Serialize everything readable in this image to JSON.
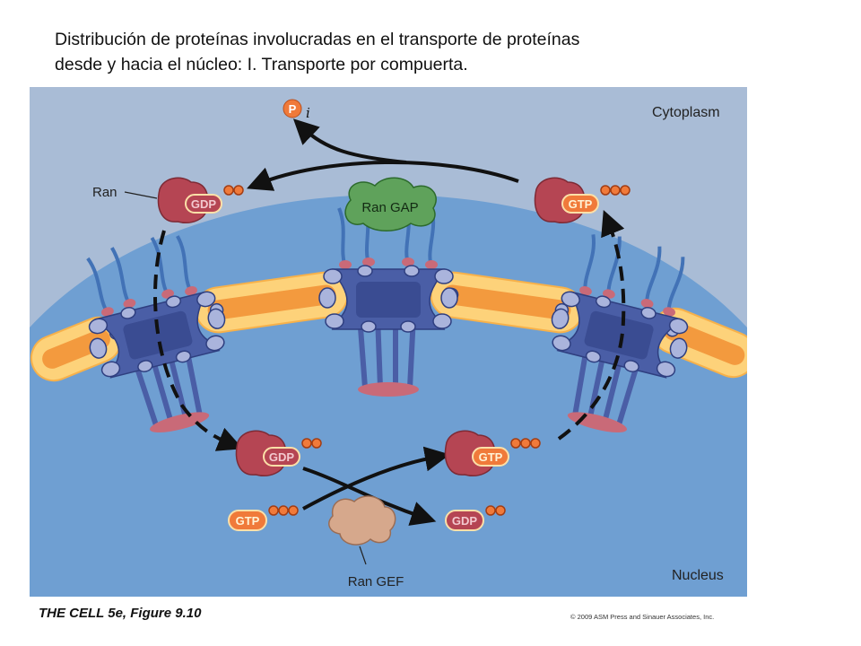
{
  "title": {
    "line1": "Distribución de proteínas involucradas en el transporte de proteínas",
    "line2": "desde y hacia el núcleo: I. Transporte por compuerta."
  },
  "figure": {
    "region_cytoplasm": "Cytoplasm",
    "region_nucleus": "Nucleus",
    "label_ran": "Ran",
    "label_ran_gap": "Ran GAP",
    "label_ran_gef": "Ran GEF",
    "label_pi_p": "P",
    "label_pi_i": "i",
    "gdp": "GDP",
    "gtp": "GTP"
  },
  "caption": "THE CELL 5e, Figure 9.10",
  "copyright": "© 2009 ASM Press and Sinauer Associates, Inc.",
  "colors": {
    "cytoplasm": "#a9bcd6",
    "nucleus": "#6f9fd2",
    "envelope_outer": "#fdd27a",
    "envelope_inner": "#f39a3e",
    "pore": "#4a5ea6",
    "ran": "#b54553",
    "gtp_bg": "#f07a3a",
    "gef": "#d6a88c",
    "gap": "#5fa25b"
  },
  "icons": [
    "ran-gdp-icon",
    "ran-gtp-icon",
    "nuclear-pore-icon",
    "phosphate-icon"
  ]
}
